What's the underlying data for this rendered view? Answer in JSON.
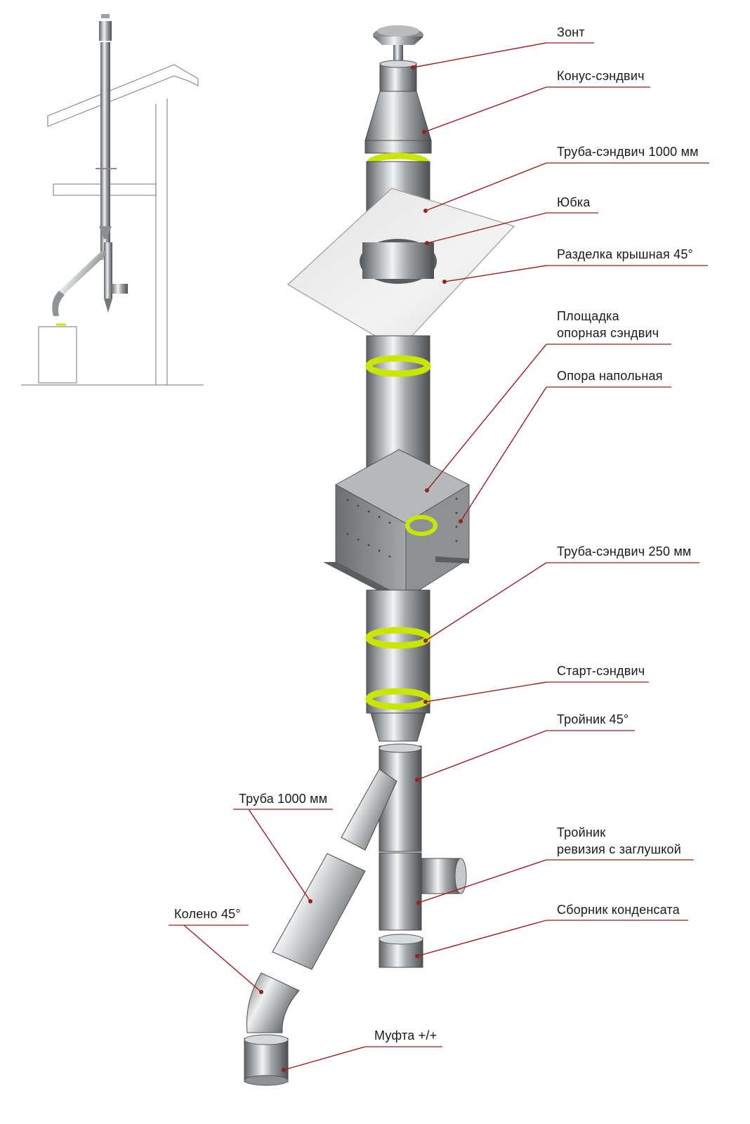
{
  "labels": {
    "zont": "Зонт",
    "konus": "Конус-сэндвич",
    "truba_sandwich_1000": "Труба-сэндвич 1000 мм",
    "yubka": "Юбка",
    "razdelka": "Разделка крышная 45°",
    "ploshchadka_1": "Площадка",
    "ploshchadka_2": "опорная сэндвич",
    "opora": "Опора напольная",
    "truba_sandwich_250": "Труба-сэндвич 250 мм",
    "start": "Старт-сэндвич",
    "troynik_45": "Тройник 45°",
    "truba_1000": "Труба 1000 мм",
    "troynik_rev_1": "Тройник",
    "troynik_rev_2": "ревизия с заглушкой",
    "sbornik": "Сборник конденсата",
    "koleno": "Колено 45°",
    "mufta": "Муфта +/+"
  },
  "colors": {
    "leader": "#9a1f1f",
    "insulation_ring": "#c8e600",
    "steel_dark": "#6d7072",
    "steel_light": "#e9ebec",
    "plate": "#ececec"
  }
}
